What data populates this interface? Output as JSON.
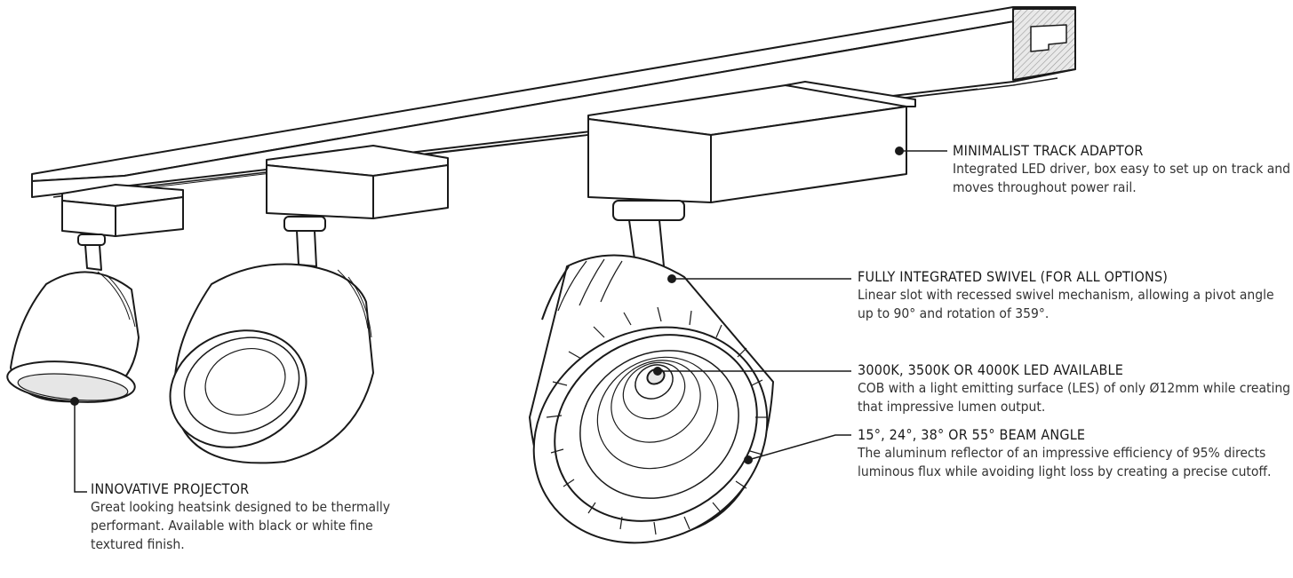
{
  "callouts": {
    "adaptor": {
      "title": "MINIMALIST TRACK ADAPTOR",
      "body": "Integrated LED driver, box easy to set up on track and moves throughout power rail."
    },
    "swivel": {
      "title": "FULLY INTEGRATED SWIVEL (FOR ALL OPTIONS)",
      "body": "Linear slot with recessed swivel mechanism, allowing a pivot angle up to 90° and rotation of 359°."
    },
    "led": {
      "title": "3000K, 3500K OR 4000K LED AVAILABLE",
      "body": "COB with a light emitting surface (LES) of only Ø12mm while creating that impressive lumen output."
    },
    "beam": {
      "title": "15°, 24°, 38° OR 55° BEAM ANGLE",
      "body": "The aluminum reflector of an impressive efficiency of 95% directs luminous flux while avoiding light loss by creating a precise cutoff."
    },
    "projector": {
      "title": "INNOVATIVE PROJECTOR",
      "body": "Great looking heatsink designed to be thermally performant. Available with black or white fine textured finish."
    }
  },
  "colors": {
    "line": "#1a1a1a",
    "fill": "#ffffff",
    "hatch": "#bdbdbd",
    "shade": "#e6e6e6"
  }
}
